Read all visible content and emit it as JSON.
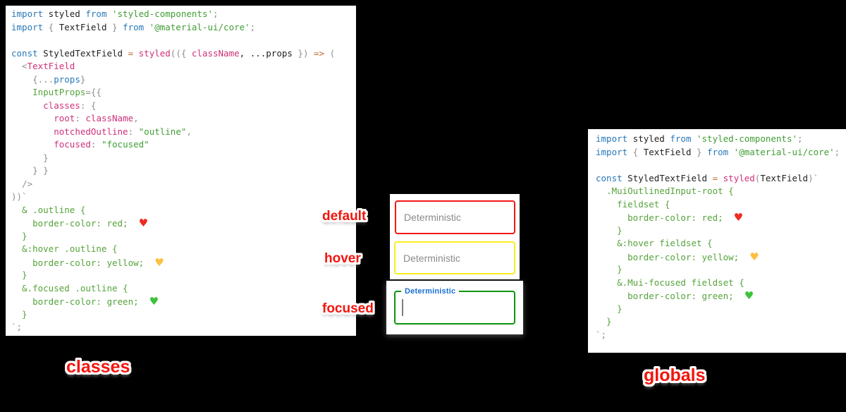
{
  "palette": {
    "background": "#000000",
    "card_background": "#ffffff",
    "keyword_blue": "#2878b8",
    "string_green": "#3f9d35",
    "css_green": "#55a33b",
    "identifier_pink": "#cf3079",
    "operator_orange": "#c0692b",
    "punctuation_gray": "#8e8e8e",
    "border_red": "#f51815",
    "border_yellow": "#f8ef1e",
    "border_green": "#0e940e",
    "focused_label_blue": "#1b6fd5",
    "placeholder_gray": "#8a8a8a",
    "label_red": "#f3150d"
  },
  "icons": {
    "red-heart-icon": "♥",
    "yellow-heart-icon": "♥",
    "green-heart-icon": "♥"
  },
  "left_code": {
    "lines": [
      [
        [
          "k",
          "import"
        ],
        [
          "t",
          " styled "
        ],
        [
          "k",
          "from"
        ],
        [
          "s",
          " 'styled-components'"
        ],
        [
          "d",
          ";"
        ]
      ],
      [
        [
          "k",
          "import"
        ],
        [
          "d",
          " { "
        ],
        [
          "t",
          "TextField"
        ],
        [
          "d",
          " } "
        ],
        [
          "k",
          "from"
        ],
        [
          "s",
          " '@material-ui/core'"
        ],
        [
          "d",
          ";"
        ]
      ],
      [],
      [
        [
          "k",
          "const"
        ],
        [
          "t",
          " StyledTextField "
        ],
        [
          "o",
          "="
        ],
        [
          "t",
          " "
        ],
        [
          "p",
          "styled"
        ],
        [
          "d",
          "(({ "
        ],
        [
          "p",
          "className"
        ],
        [
          "t",
          ", ...props"
        ],
        [
          "d",
          " }) "
        ],
        [
          "o",
          "=>"
        ],
        [
          "d",
          " ("
        ]
      ],
      [
        [
          "d",
          "  <"
        ],
        [
          "p",
          "TextField"
        ]
      ],
      [
        [
          "d",
          "    {..."
        ],
        [
          "k",
          "props"
        ],
        [
          "d",
          "}"
        ]
      ],
      [
        [
          "t",
          "    "
        ],
        [
          "g",
          "InputProps"
        ],
        [
          "d",
          "={{"
        ]
      ],
      [
        [
          "t",
          "      "
        ],
        [
          "p",
          "classes"
        ],
        [
          "d",
          ": {"
        ]
      ],
      [
        [
          "t",
          "        "
        ],
        [
          "p",
          "root"
        ],
        [
          "d",
          ": "
        ],
        [
          "p",
          "className"
        ],
        [
          "d",
          ","
        ]
      ],
      [
        [
          "t",
          "        "
        ],
        [
          "p",
          "notchedOutline"
        ],
        [
          "d",
          ": "
        ],
        [
          "s",
          "\"outline\""
        ],
        [
          "d",
          ","
        ]
      ],
      [
        [
          "t",
          "        "
        ],
        [
          "p",
          "focused"
        ],
        [
          "d",
          ": "
        ],
        [
          "s",
          "\"focused\""
        ]
      ],
      [
        [
          "d",
          "      }"
        ]
      ],
      [
        [
          "d",
          "    } }"
        ]
      ],
      [
        [
          "d",
          "  />"
        ]
      ],
      [
        [
          "d",
          "))`"
        ]
      ],
      [
        [
          "g",
          "  & .outline {"
        ]
      ],
      [
        [
          "g",
          "    border-color: red;  "
        ],
        [
          "hr",
          "♥"
        ]
      ],
      [
        [
          "g",
          "  }"
        ]
      ],
      [
        [
          "g",
          "  &:hover .outline {"
        ]
      ],
      [
        [
          "g",
          "    border-color: yellow;  "
        ],
        [
          "hy",
          "♥"
        ]
      ],
      [
        [
          "g",
          "  }"
        ]
      ],
      [
        [
          "g",
          "  &.focused .outline {"
        ]
      ],
      [
        [
          "g",
          "    border-color: green;  "
        ],
        [
          "hg",
          "♥"
        ]
      ],
      [
        [
          "g",
          "  }"
        ]
      ],
      [
        [
          "d",
          "`;"
        ]
      ]
    ]
  },
  "right_code": {
    "lines": [
      [
        [
          "k",
          "import"
        ],
        [
          "t",
          " styled "
        ],
        [
          "k",
          "from"
        ],
        [
          "s",
          " 'styled-components'"
        ],
        [
          "d",
          ";"
        ]
      ],
      [
        [
          "k",
          "import"
        ],
        [
          "d",
          " { "
        ],
        [
          "t",
          "TextField"
        ],
        [
          "d",
          " } "
        ],
        [
          "k",
          "from"
        ],
        [
          "s",
          " '@material-ui/core'"
        ],
        [
          "d",
          ";"
        ]
      ],
      [],
      [
        [
          "k",
          "const"
        ],
        [
          "t",
          " StyledTextField "
        ],
        [
          "o",
          "="
        ],
        [
          "t",
          " "
        ],
        [
          "p",
          "styled"
        ],
        [
          "d",
          "("
        ],
        [
          "t",
          "TextField"
        ],
        [
          "d",
          ")`"
        ]
      ],
      [
        [
          "g",
          "  .MuiOutlinedInput-root {"
        ]
      ],
      [
        [
          "g",
          "    fieldset {"
        ]
      ],
      [
        [
          "g",
          "      border-color: red;  "
        ],
        [
          "hr",
          "♥"
        ]
      ],
      [
        [
          "g",
          "    }"
        ]
      ],
      [
        [
          "g",
          "    &:hover fieldset {"
        ]
      ],
      [
        [
          "g",
          "      border-color: yellow;  "
        ],
        [
          "hy",
          "♥"
        ]
      ],
      [
        [
          "g",
          "    }"
        ]
      ],
      [
        [
          "g",
          "    &.Mui-focused fieldset {"
        ]
      ],
      [
        [
          "g",
          "      border-color: green;  "
        ],
        [
          "hg",
          "♥"
        ]
      ],
      [
        [
          "g",
          "    }"
        ]
      ],
      [
        [
          "g",
          "  }"
        ]
      ],
      [
        [
          "d",
          "`;"
        ]
      ]
    ]
  },
  "state_labels": {
    "default": "default",
    "hover": "hover",
    "focused": "focused"
  },
  "textfields": {
    "default": {
      "placeholder": "Deterministic"
    },
    "hover": {
      "placeholder": "Deterministic"
    },
    "focused": {
      "label": "Deterministic",
      "value": ""
    }
  },
  "captions": {
    "left": "classes",
    "right": "globals"
  }
}
